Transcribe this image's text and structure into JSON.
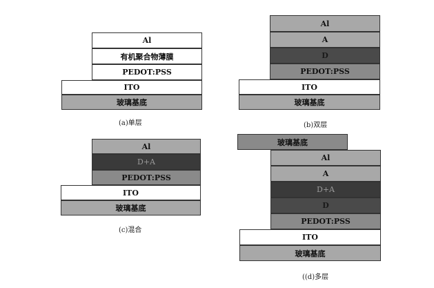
{
  "panels": {
    "a": {
      "caption": "(a)单层",
      "layers": {
        "al": "Al",
        "organic": "有机聚合物薄膜",
        "pedot": "PEDOT:PSS",
        "ito": "ITO",
        "glass": "玻璃基底"
      }
    },
    "b": {
      "caption": "(b)双层",
      "layers": {
        "al": "Al",
        "a": "A",
        "d": "D",
        "pedot": "PEDOT:PSS",
        "ito": "ITO",
        "glass": "玻璃基底"
      }
    },
    "c": {
      "caption": "(c)混合",
      "layers": {
        "al": "Al",
        "da": "D+A",
        "pedot": "PEDOT:PSS",
        "ito": "ITO",
        "glass": "玻璃基底"
      }
    },
    "d": {
      "caption": "((d)多层",
      "layers": {
        "glass_top": "玻璃基底",
        "al": "Al",
        "a": "A",
        "da": "D+A",
        "d": "D",
        "pedot": "PEDOT:PSS",
        "ito": "ITO",
        "glass": "玻璃基底"
      }
    }
  }
}
